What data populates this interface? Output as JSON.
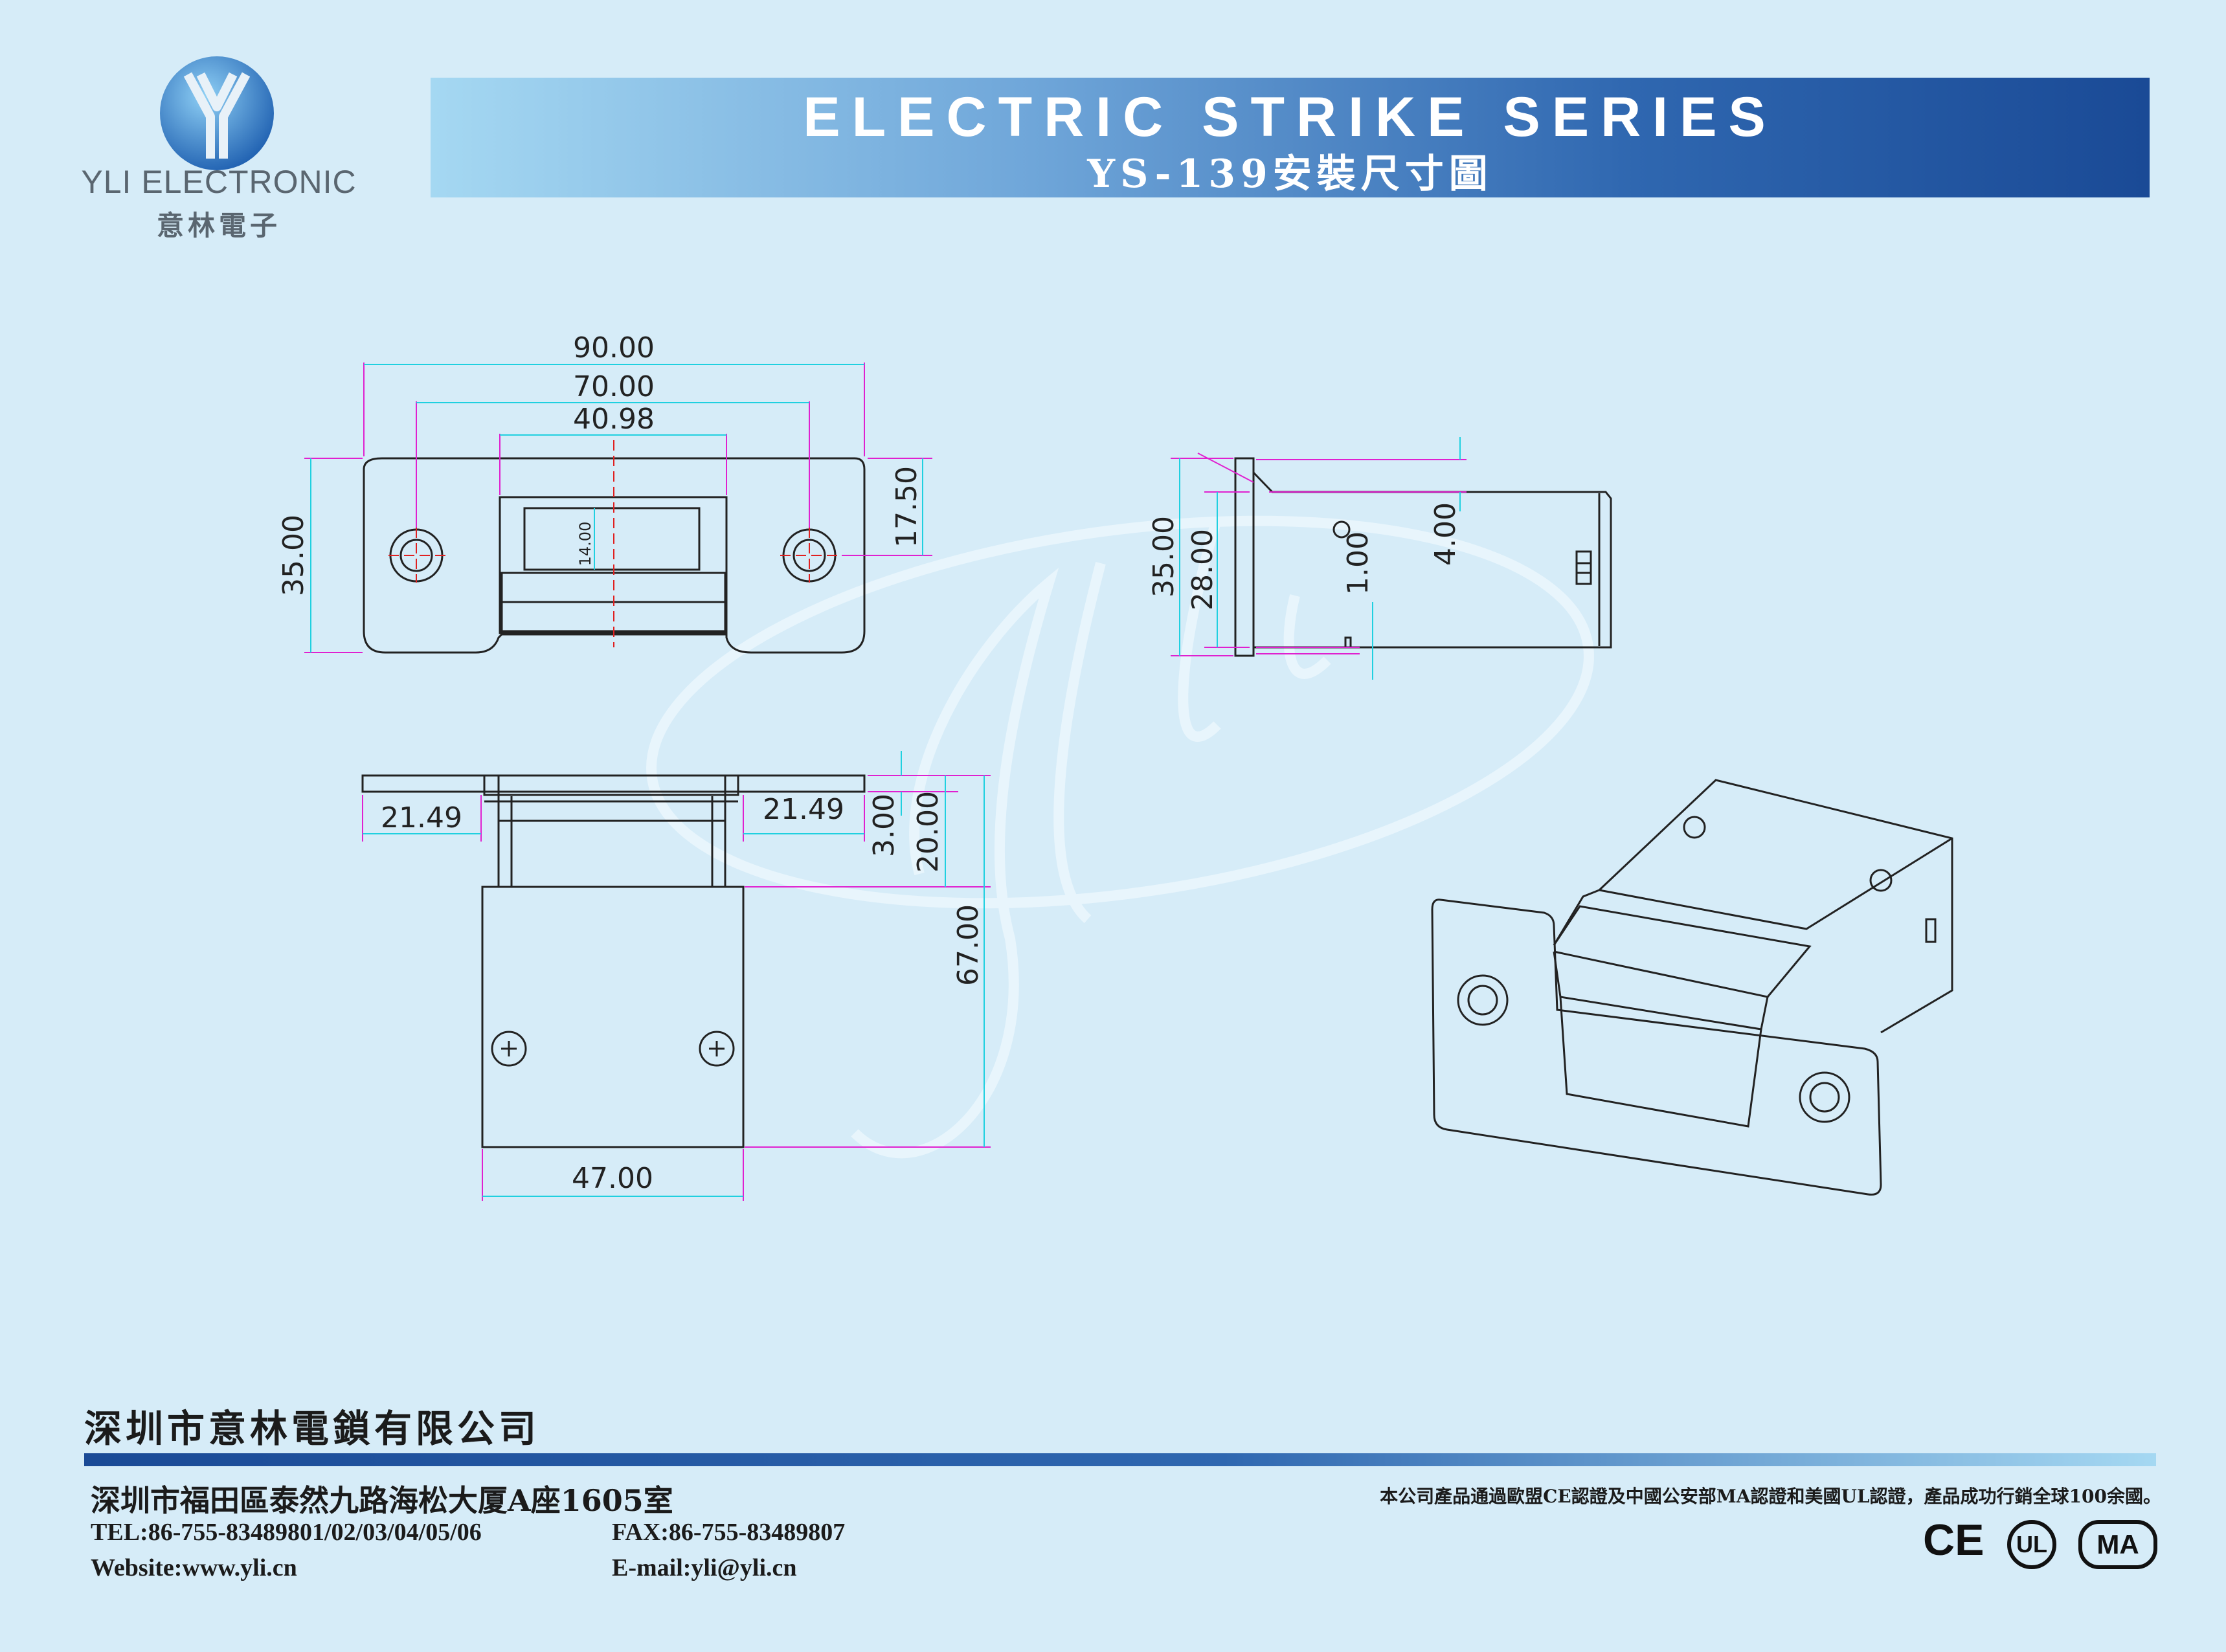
{
  "logo": {
    "brand_en": "YLI ELECTRONIC",
    "brand_zh": "意林電子"
  },
  "banner": {
    "title": "ELECTRIC STRIKE SERIES",
    "subtitle": "YS-139安裝尺寸圖"
  },
  "dimensions": {
    "front": {
      "total_width": "90.00",
      "hole_spacing": "70.00",
      "opening": "40.98",
      "height": "35.00",
      "half_height": "17.50",
      "keeper": "14.00"
    },
    "side": {
      "height": "35.00",
      "inner": "28.00",
      "lip": "1.00",
      "offset": "4.00"
    },
    "bottom": {
      "left_flange": "21.49",
      "right_flange": "21.49",
      "lip": "3.00",
      "depth_upper": "20.00",
      "depth_total": "67.00",
      "body_width": "47.00"
    }
  },
  "footer": {
    "company": "深圳市意林電鎖有限公司",
    "address": "深圳市福田區泰然九路海松大厦A座1605室",
    "tel": "TEL:86-755-83489801/02/03/04/05/06",
    "fax": "FAX:86-755-83489807",
    "website": "Website:www.yli.cn",
    "email": "E-mail:yli@yli.cn",
    "certification": "本公司產品通過歐盟CE認證及中國公安部MA認證和美國UL認證，產品成功行銷全球100余國。"
  },
  "cert_marks": [
    "CE",
    "UL",
    "MA"
  ],
  "colors": {
    "dimension_line": "#e020d0",
    "extension_line": "#20d0e0",
    "outline": "#222222",
    "banner_dark": "#1a4a96",
    "banner_light": "#a5d8f2"
  }
}
